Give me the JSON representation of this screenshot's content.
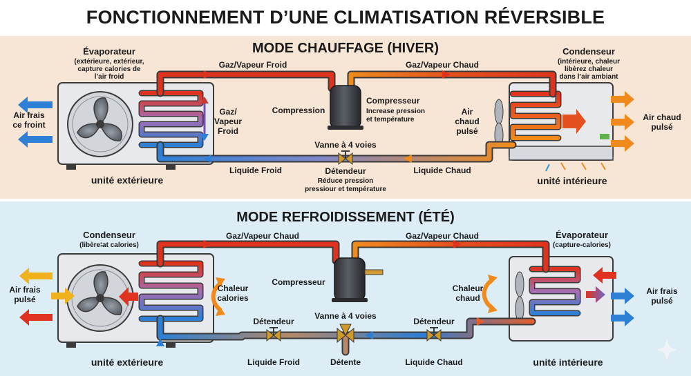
{
  "title": "FONCTIONNEMENT D’UNE CLIMATISATION RÉVERSIBLE",
  "colors": {
    "hot": "#e0331f",
    "warm": "#f08a1c",
    "cold": "#2e7fd6",
    "winter_bg": "#f7e6d6",
    "summer_bg": "#dcedf6",
    "unit_body": "#e7e9ec",
    "compressor": "#3a3d42"
  },
  "heating": {
    "mode_title": "MODE CHAUFFAGE (HIVER)",
    "outdoor": {
      "component": "Évaporateur",
      "description": [
        "(extérieure, extérieur,",
        "capture calories de",
        "l’air froid"
      ],
      "air_label": [
        "Air frais",
        "ce froint"
      ],
      "inner_label": [
        "Gaz/",
        "Vapeur",
        "Froid"
      ],
      "unit_label": "unité extérieure"
    },
    "pipe_top_left": "Gaz/Vapeur Froid",
    "pipe_top_right": "Gaz/Vapeur Chaud",
    "compression": "Compression",
    "compressor": {
      "name": "Compresseur",
      "description": [
        "Increase pression",
        "et température"
      ]
    },
    "valve": "Vanne à 4 voies",
    "pipe_bottom_left": "Liquide Froid",
    "pipe_bottom_right": "Liquide Chaud",
    "expansion": {
      "name": "Détendeur",
      "description": [
        "Réduce pression",
        "pressiour et température"
      ]
    },
    "indoor": {
      "component": "Condenseur",
      "description": [
        "(intérieure, chaleur",
        "libèrez chaleur",
        "dans l’air ambiant"
      ],
      "inner_label": [
        "Air",
        "chaud",
        "pulsé"
      ],
      "air_label": [
        "Air chaud",
        "pulsé"
      ],
      "unit_label": "unité intérieure"
    }
  },
  "cooling": {
    "mode_title": "MODE REFROIDISSEMENT (ÉTÉ)",
    "outdoor": {
      "component": "Condenseur",
      "description": "(libère∶at calories)",
      "air_label": [
        "Air frais",
        "pulsé"
      ],
      "heat_label": [
        "Chaleur",
        "calories"
      ],
      "unit_label": "unité extérieure"
    },
    "pipe_top_left": "Gaz/Vapeur Chaud",
    "pipe_top_right": "Gaz/Vapeur Chaud",
    "compressor": "Compresseur",
    "expansion_left": "Détendeur",
    "valve": "Vanne à 4 voies",
    "expansion_right": "Détendeur",
    "pipe_bottom_left": "Liquide Froid",
    "pipe_bottom_mid": "Détente",
    "pipe_bottom_right": "Liquide Chaud",
    "indoor": {
      "component": "Évaporateur",
      "description": "(capture-calories)",
      "heat_label": [
        "Chaleur",
        "chaud"
      ],
      "air_label": [
        "Air frais",
        "pulsé"
      ],
      "unit_label": "unité intérieure"
    }
  }
}
